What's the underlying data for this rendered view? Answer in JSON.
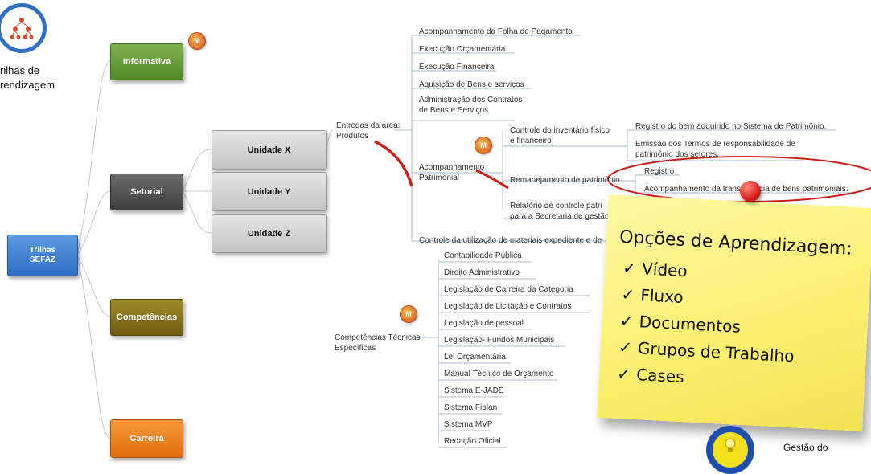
{
  "header": {
    "trilhas_label_line1": "rilhas de",
    "trilhas_label_line2": "rendizagem"
  },
  "root": {
    "label": "Trilhas SEFAZ"
  },
  "branches": {
    "informativa": "Informativa",
    "setorial": "Setorial",
    "competencias": "Competências",
    "carreira": "Carreira"
  },
  "units": [
    "Unidade X",
    "Unidade Y",
    "Unidade Z"
  ],
  "entregas": {
    "label": "Entregas da área: Produtos",
    "line1": "Entregas da área:",
    "line2": "Produtos"
  },
  "entregas_items": [
    "Acompanhamento da Folha de Pagamento",
    "Execução Orçamentária",
    "Execução Financeira",
    "Aquisição de Bens e serviços",
    "Administração dos Contratos",
    "de Bens e Serviços"
  ],
  "patrimonial": {
    "line1": "Acompanhamento",
    "line2": "Patrimonial",
    "controle_line1": "Controle do inventário físico",
    "controle_line2": "e financeiro",
    "registro_bem": "Registro do bem adquirido no Sistema de Patrimônio.",
    "emissao_line1": "Emissão dos Termos de responsabilidade de",
    "emissao_line2": "patrimônio dos setores.",
    "remanejamento": "Remanejamento de patrimônio",
    "registro": "Registro",
    "acompanhamento_transf": "Acompanhamento da transferência de bens patrimoniais.",
    "relatorio_line1": "Relatório de controle patri",
    "relatorio_line2": "para a Secretaria de gestão"
  },
  "controle_materiais": "Controle da utilização de materiais expediente e de",
  "competencias_tecnicas": {
    "line1": "Competências Técnicas",
    "line2": "Específicas"
  },
  "competencias_items": [
    "Contabilidade Pública",
    "Direito Administrativo",
    "Legislação de Carreira da Categoria",
    "Legislação de Licitação e Contratos",
    "Legislação de pessoal",
    "Legislação- Fundos Municipais",
    "Lei Orçamentária",
    "Manual Técnico de Orçamento",
    "Sistema E-JADE",
    "Sistema Fiplan",
    "Sistema MVP",
    "Redação Oficial"
  ],
  "note": {
    "title": "Opções de Aprendizagem:",
    "items": [
      "Vídeo",
      "Fluxo",
      "Documentos",
      "Grupos de Trabalho",
      "Cases"
    ],
    "check": "✓"
  },
  "footer": {
    "gestao": "Gestão do"
  },
  "badge_letter": "M",
  "colors": {
    "informativa": "#5f9a33",
    "setorial": "#555555",
    "competencias": "#8a7419",
    "carreira": "#f08424",
    "root": "#3b7fd0",
    "highlight": "#cc1f1a",
    "note": "#fbef6e"
  }
}
